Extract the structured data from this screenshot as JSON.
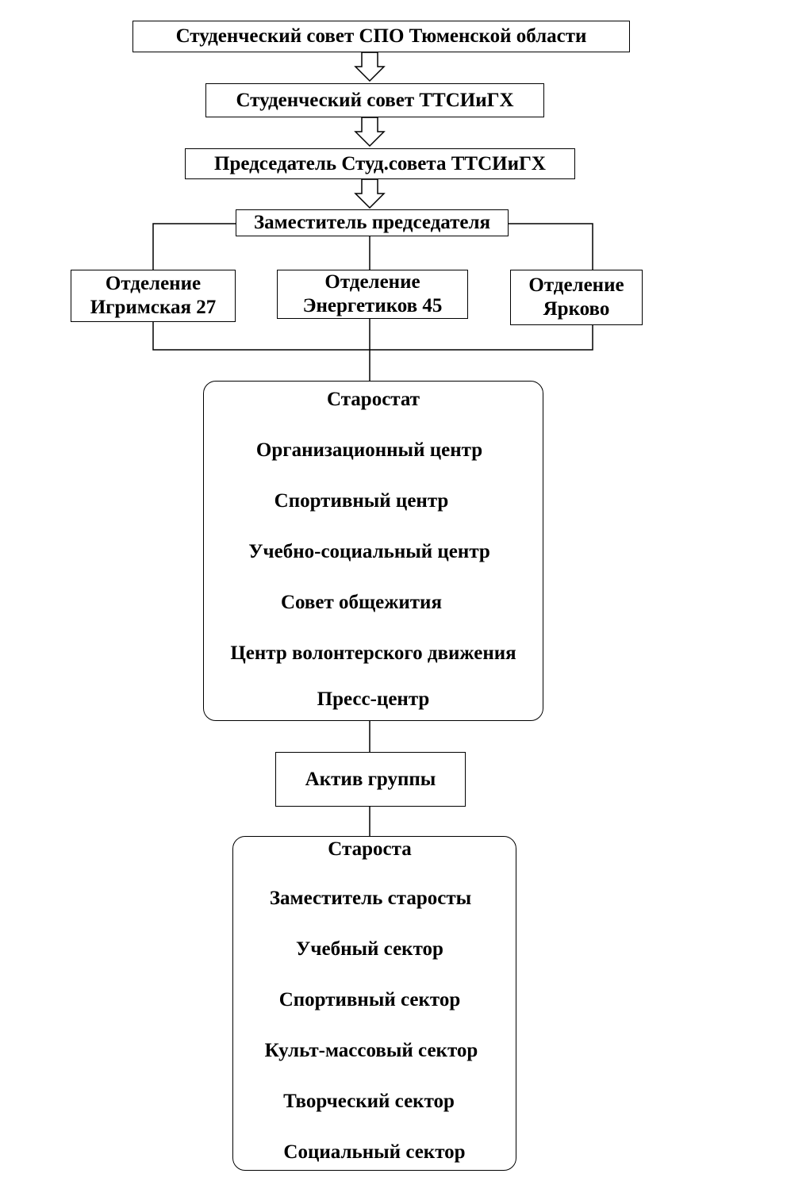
{
  "top": "Студенческий совет СПО Тюменской области",
  "council": "Студенческий совет ТТСИиГХ",
  "chairman": "Председатель Студ.совета ТТСИиГХ",
  "deputy": "Заместитель председателя",
  "departments": [
    {
      "line1": "Отделение",
      "line2": "Игримская 27"
    },
    {
      "line1": "Отделение",
      "line2": "Энергетиков 45"
    },
    {
      "line1": "Отделение",
      "line2": "Ярково"
    }
  ],
  "starostat": {
    "title": "Старостат",
    "items": [
      "Организационный центр",
      "Спортивный центр",
      "Учебно-социальный центр",
      "Совет общежития",
      "Центр волонтерского движения",
      "Пресс-центр"
    ]
  },
  "group_asset": "Актив группы",
  "starosta": {
    "title": "Староста",
    "items": [
      "Заместитель старосты",
      "Учебный сектор",
      "Спортивный сектор",
      "Культ-массовый сектор",
      "Творческий сектор",
      "Социальный сектор"
    ]
  }
}
